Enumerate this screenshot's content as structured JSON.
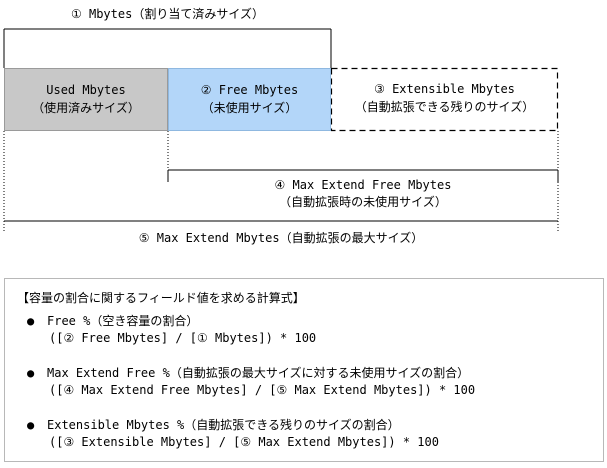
{
  "top_label": "① Mbytes（割り当て済みサイズ）",
  "segments": {
    "used": {
      "line1": "Used Mbytes",
      "line2": "（使用済みサイズ）",
      "color": "#c8c8c8"
    },
    "free": {
      "line1": "② Free Mbytes",
      "line2": "（未使用サイズ）",
      "color": "#b3d6f9"
    },
    "extensible": {
      "line1": "③ Extensible Mbytes",
      "line2": "（自動拡張できる残りのサイズ）"
    }
  },
  "max_extend_free": {
    "line1": "④ Max Extend Free Mbytes",
    "line2": "（自動拡張時の未使用サイズ）"
  },
  "max_extend": "⑤ Max Extend Mbytes（自動拡張の最大サイズ）",
  "formulas": {
    "header": "【容量の割合に関するフィールド値を求める計算式】",
    "bullet": "●",
    "items": [
      {
        "title": "Free %（空き容量の割合）",
        "expr": "([② Free Mbytes] / [① Mbytes]) * 100"
      },
      {
        "title": "Max Extend Free %（自動拡張の最大サイズに対する未使用サイズの割合）",
        "expr": "([④ Max Extend Free Mbytes] / [⑤ Max Extend Mbytes]) * 100"
      },
      {
        "title": "Extensible Mbytes %（自動拡張できる残りのサイズの割合）",
        "expr": "([③ Extensible Mbytes] / [⑤ Max Extend Mbytes]) * 100"
      }
    ]
  }
}
